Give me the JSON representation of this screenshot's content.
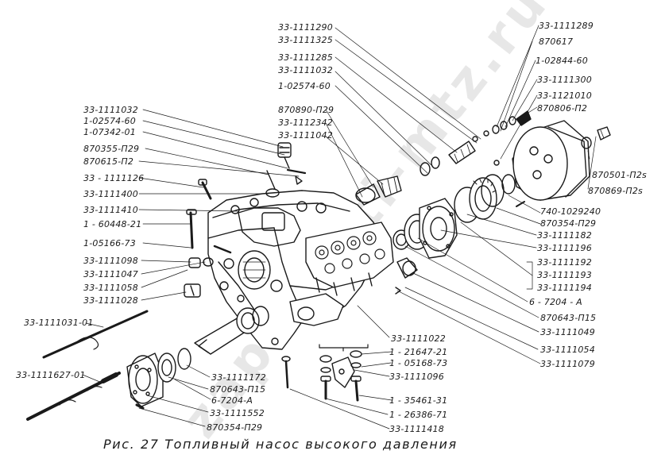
{
  "caption": "Рис. 27 Топливный насос высокого давления",
  "watermark": "zapchasti-mtz.ru",
  "labels": {
    "l1111290": "33-1111290",
    "l1111325": "33-1111325",
    "l1111285": "33-1111285",
    "l1111032_top": "33-1111032",
    "l02574_60_top": "1-02574-60",
    "l870890": "870890-П29",
    "l1112342": "33-1112342",
    "l1111042": "33-1111042",
    "l1111289": "33-1111289",
    "l870617": "870617",
    "l02844": "1-02844-60",
    "l1111300": "33-1111300",
    "l1121010": "33-1121010",
    "l870806": "870806-П2",
    "l1111032_left": "33-1111032",
    "l02574_60_left": "1-02574-60",
    "l07342": "1-07342-01",
    "l870355": "870355-П29",
    "l870615": "870615-П2",
    "l1111126": "33 - 1111126",
    "l1111400": "33-1111400",
    "l1111410": "33-1111410",
    "l60448": "1 - 60448-21",
    "l05166": "1-05166-73",
    "l1111098": "33-1111098",
    "l1111047": "33-1111047",
    "l1111058": "33-1111058",
    "l1111028": "33-1111028",
    "l1111031": "33-1111031-01",
    "l1111627": "33-1111627-01",
    "l1111172": "33-1111172",
    "l870643_left": "870643-П15",
    "l7204_left": "6-7204-А",
    "l1111552": "33-1111552",
    "l870354_left": "870354-П29",
    "l870501": "870501-П2s",
    "l870869": "870869-П2s",
    "l1029240": "740-1029240",
    "l870354_right": "870354-П29",
    "l1111182": "33-1111182",
    "l1111196": "33-1111196",
    "l1111192": "33-1111192",
    "l1111193": "33-1111193",
    "l1111194": "33-1111194",
    "l7204_right": "6 - 7204 - А",
    "l870643_right": "870643-П15",
    "l1111049": "33-1111049",
    "l1111054": "33-1111054",
    "l1111079": "33-1111079",
    "l1111022": "33-1111022",
    "l21647": "1 - 21647-21",
    "l05168": "1 - 05168-73",
    "l1111096": "33-1111096",
    "l35461": "1 - 35461-31",
    "l26386": "1 - 26386-71",
    "l1111418": "33-1111418"
  }
}
